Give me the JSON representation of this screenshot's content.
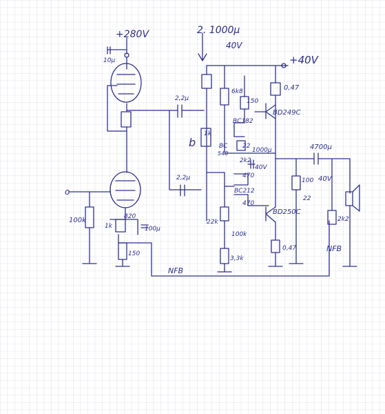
{
  "labels": {
    "supply_tube": "+280V",
    "cap_top_tube": "10μ",
    "big_cap": "2. 1000μ",
    "big_cap_voltage": "40V",
    "supply_pos": "+40V",
    "coupling_cap_1": "2,2μ",
    "res_6k8": "6k8",
    "res_150": "150",
    "cap_0_47_top": "0,47",
    "transistor_bd249c": "BD249C",
    "transistor_bc182_a": "BC182",
    "trim_1k": "1k",
    "label_b": "b",
    "transistor_bc": "BC",
    "transistor_548": "548",
    "res_22": "22",
    "cap_1000": "1000μ",
    "res_2k2": "2k2",
    "cap_1000_v": "40V",
    "coupling_cap_2": "2,2μ",
    "transistor_bc212": "BC212",
    "res_470": "470",
    "transistor_bd250c": "BD250C",
    "res_470b": "470",
    "vr_22k": "22k",
    "res_100k": "100k",
    "res_3k3": "3,3k",
    "cap_100": "100",
    "res_22b": "22",
    "res_2k2b": "2k2",
    "cap_4700": "4700μ",
    "cap_4700_v": "40V",
    "input_res": "100k",
    "cathode_res": "820",
    "cathode_cap": "100μ",
    "cathode_res_2": "1k",
    "bottom_res": "150",
    "out_res": "0,47",
    "nfb_1": "NFB",
    "nfb_2": "NFB",
    "input_mark": "o"
  },
  "colors": {
    "ink": "#2d2f93",
    "grid": "#c7cbd6",
    "paper": "#ffffff"
  }
}
